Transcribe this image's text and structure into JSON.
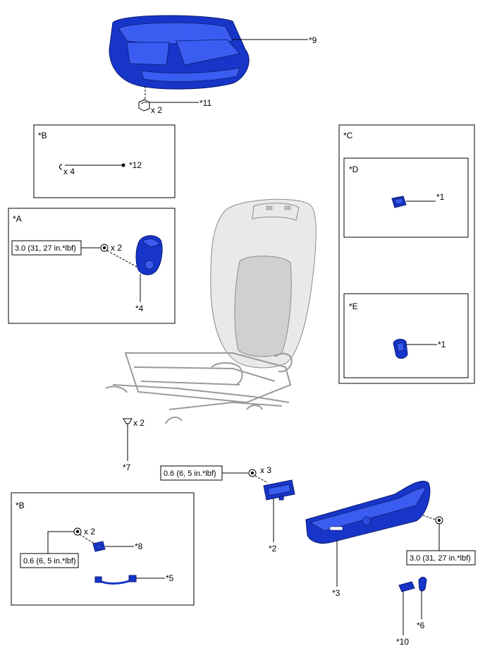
{
  "labels": {
    "p9": "*9",
    "p11": "*11",
    "p12": "*12",
    "p1_d": "*1",
    "p1_e": "*1",
    "p4": "*4",
    "p7": "*7",
    "p2": "*2",
    "p3": "*3",
    "p8": "*8",
    "p5": "*5",
    "p6": "*6",
    "p10": "*10"
  },
  "boxes": {
    "b_top": "*B",
    "a": "*A",
    "c": "*C",
    "d": "*D",
    "e": "*E",
    "b_bottom": "*B"
  },
  "quantities": {
    "q11": "x 2",
    "q12": "x 4",
    "qA": "x 2",
    "q7": "x 2",
    "q2": "x 3",
    "q8": "x 2"
  },
  "torques": {
    "t_a": "3.0 (31, 27 in.*lbf)",
    "t_2": "0.6 (6, 5 in.*lbf)",
    "t_8": "0.6 (6, 5 in.*lbf)",
    "t_3": "3.0 (31, 27 in.*lbf)"
  },
  "colors": {
    "part_fill": "#1736c9",
    "seat_fill": "#e9e9e9"
  }
}
